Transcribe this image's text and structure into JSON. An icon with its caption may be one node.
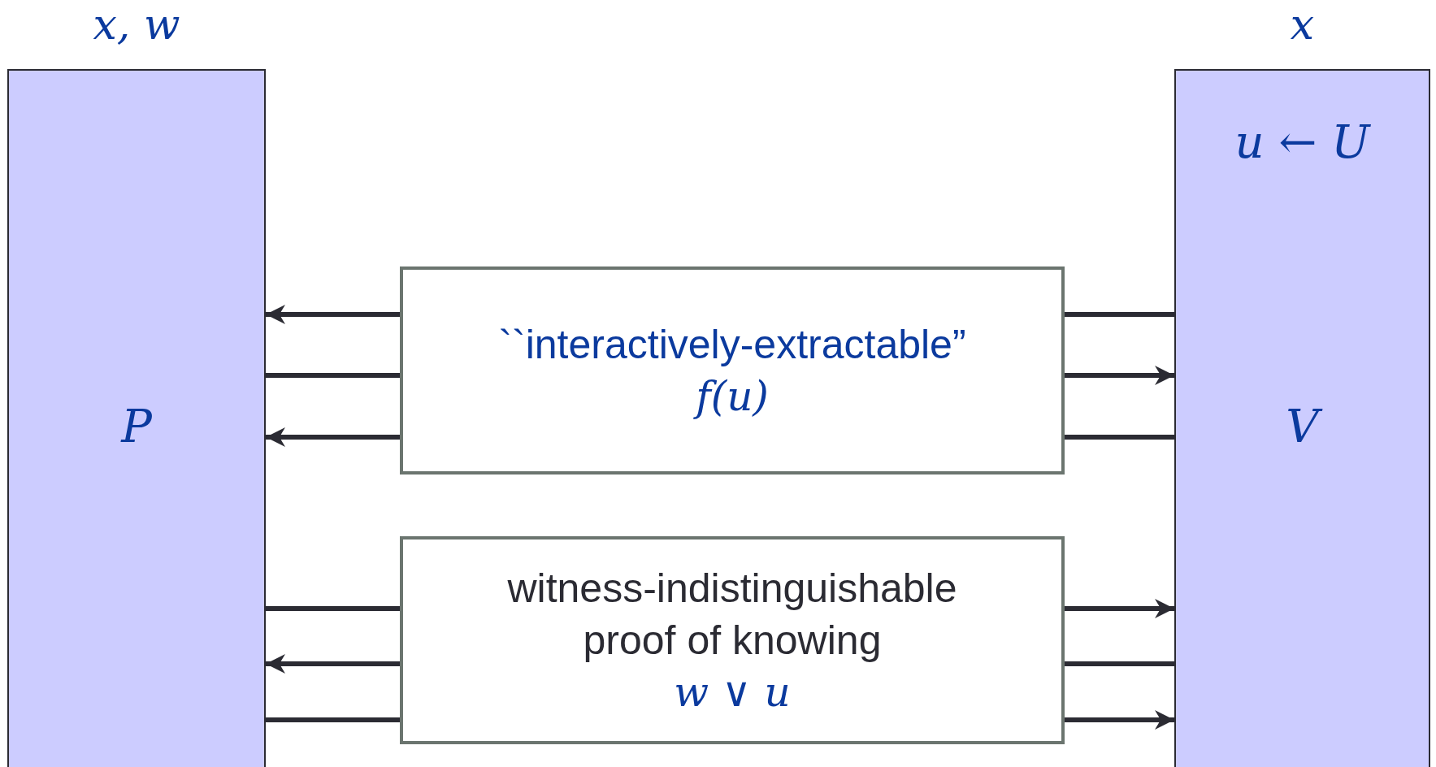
{
  "diagram": {
    "nodes": [
      {
        "text": [
          "P"
        ],
        "beside": [
          "x, w"
        ]
      },
      {
        "text": [
          "u ← U",
          "V"
        ],
        "beside": [
          "x"
        ]
      },
      {
        "text": [
          "``interactively-extractable”",
          "f(u)"
        ]
      },
      {
        "text": [
          "witness-indistinguishable proof of knowing",
          "w ∨ u"
        ]
      }
    ],
    "edges": [
      {
        "from": 1,
        "to": 2,
        "arrow": "none"
      },
      {
        "from": 2,
        "to": 0,
        "arrow": "to"
      },
      {
        "from": 0,
        "to": 2,
        "arrow": "none"
      },
      {
        "from": 2,
        "to": 1,
        "arrow": "to"
      },
      {
        "from": 1,
        "to": 2,
        "arrow": "none"
      },
      {
        "from": 2,
        "to": 0,
        "arrow": "to"
      },
      {
        "from": 0,
        "to": 3,
        "arrow": "none"
      },
      {
        "from": 3,
        "to": 1,
        "arrow": "to"
      },
      {
        "from": 1,
        "to": 3,
        "arrow": "none"
      },
      {
        "from": 3,
        "to": 0,
        "arrow": "to"
      },
      {
        "from": 0,
        "to": 3,
        "arrow": "none"
      },
      {
        "from": 3,
        "to": 1,
        "arrow": "to"
      }
    ]
  }
}
